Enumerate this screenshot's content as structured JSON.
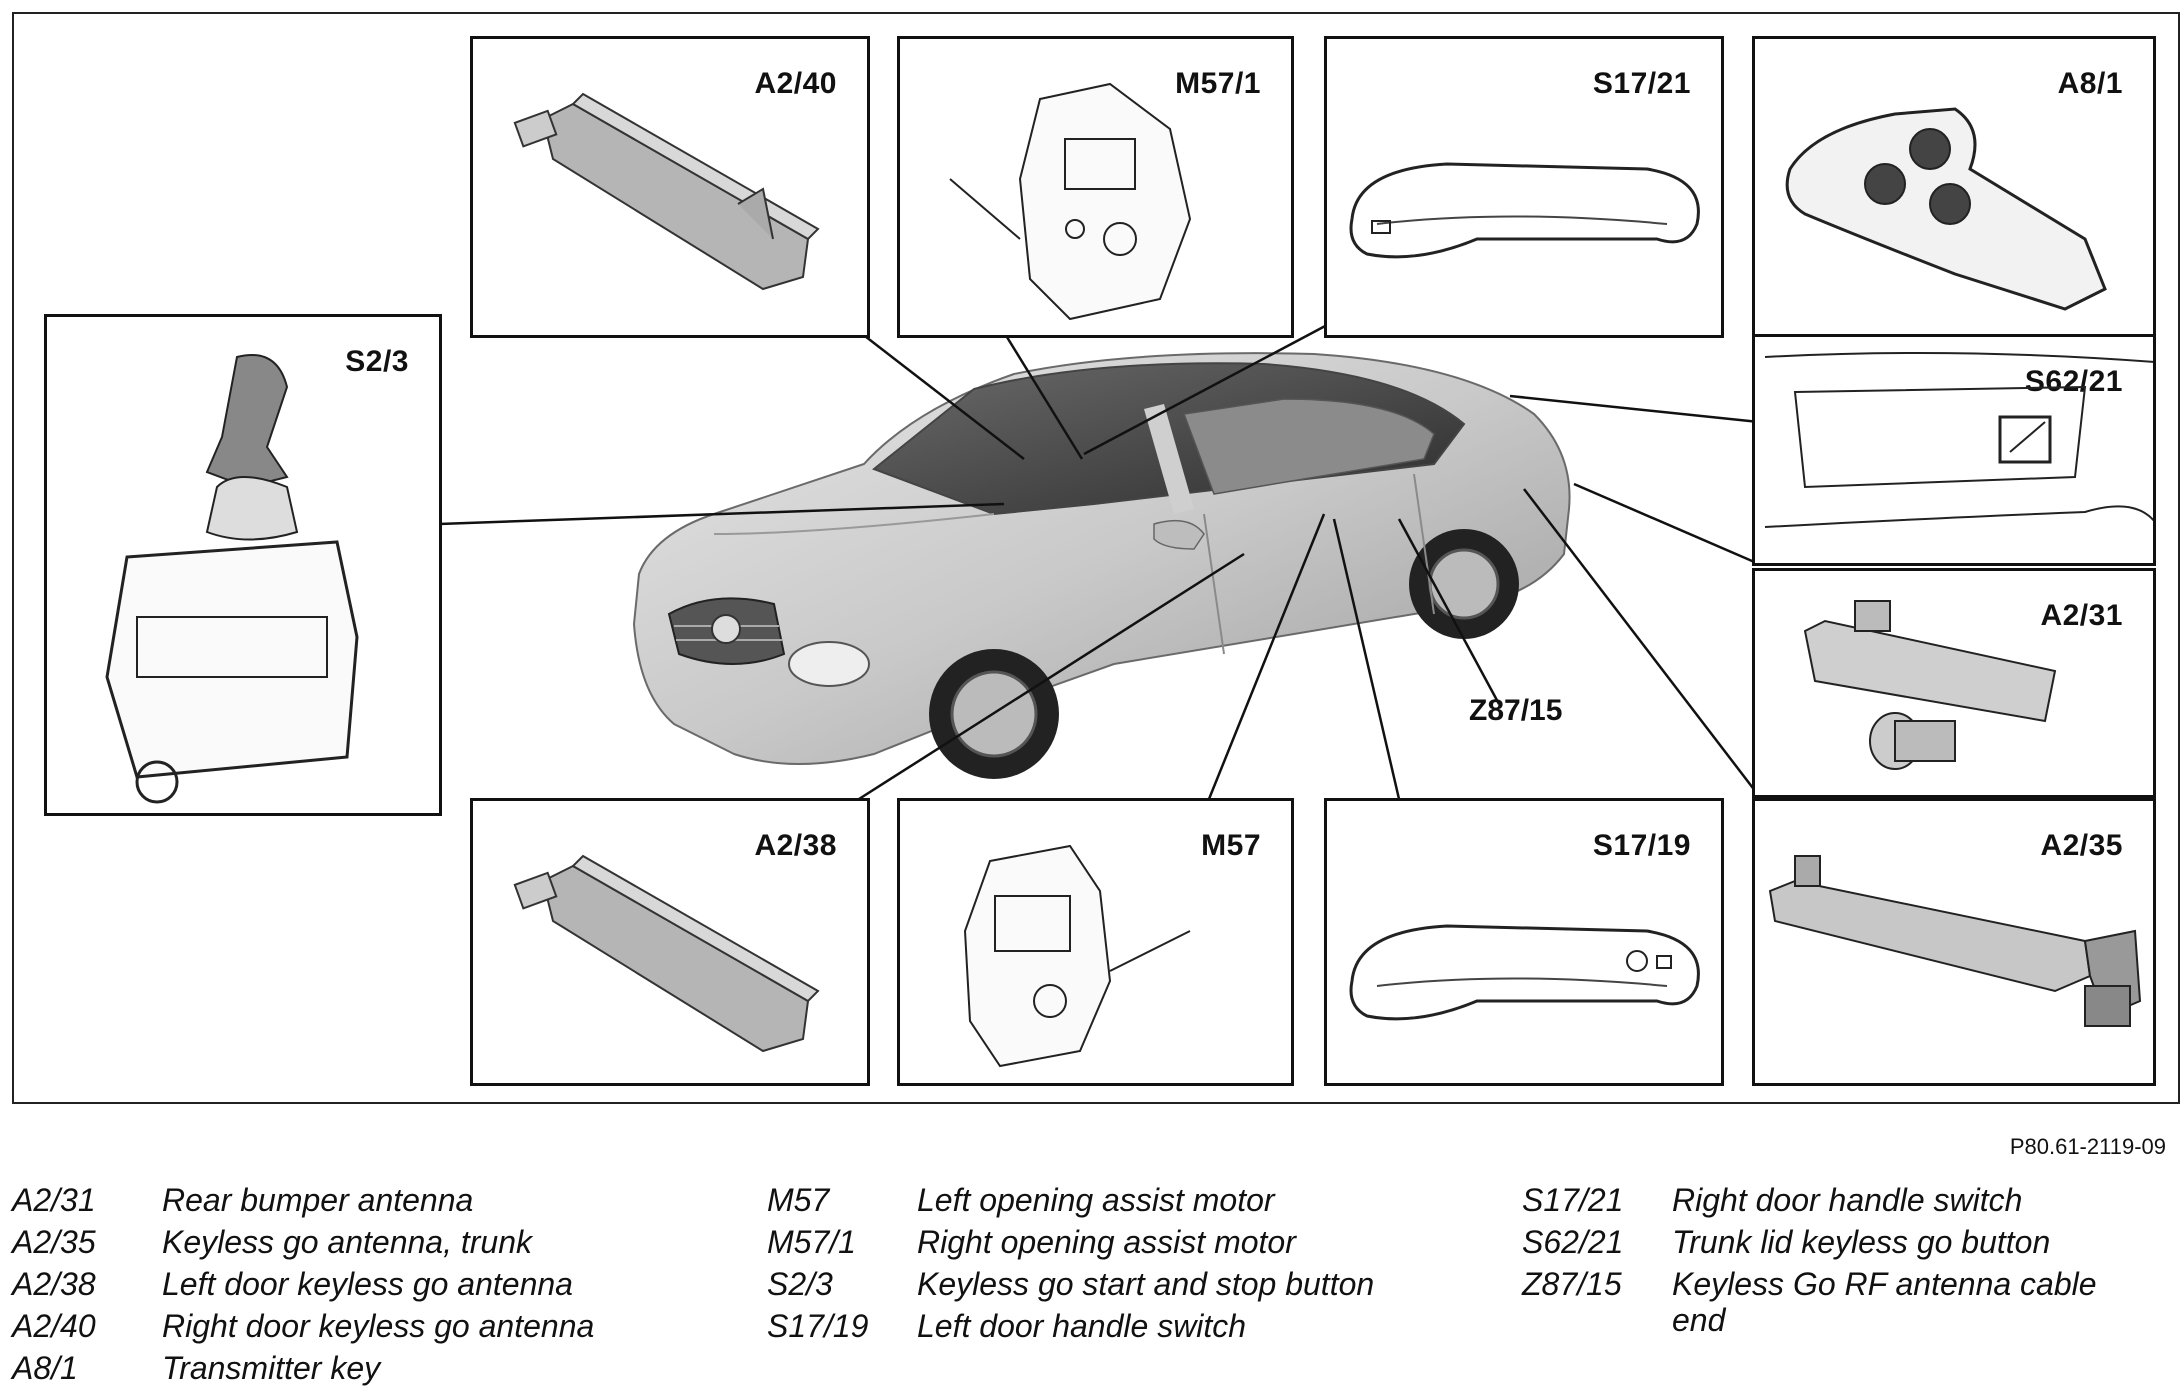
{
  "figure_id": "P80.61-2119-09",
  "panels": {
    "a2_40": "A2/40",
    "m57_1": "M57/1",
    "s17_21": "S17/21",
    "a8_1": "A8/1",
    "s2_3": "S2/3",
    "s62_21": "S62/21",
    "a2_31": "A2/31",
    "a2_38": "A2/38",
    "m57": "M57",
    "s17_19": "S17/19",
    "a2_35": "A2/35"
  },
  "callout_z87_15": "Z87/15",
  "legend": [
    [
      {
        "code": "A2/31",
        "desc": "Rear bumper antenna"
      },
      {
        "code": "A2/35",
        "desc": "Keyless go antenna, trunk"
      },
      {
        "code": "A2/38",
        "desc": "Left door keyless go antenna"
      },
      {
        "code": "A2/40",
        "desc": "Right door keyless go antenna"
      },
      {
        "code": "A8/1",
        "desc": "Transmitter key"
      }
    ],
    [
      {
        "code": "M57",
        "desc": "Left opening assist motor"
      },
      {
        "code": "M57/1",
        "desc": "Right opening assist motor"
      },
      {
        "code": "S2/3",
        "desc": "Keyless go start and stop button"
      },
      {
        "code": "S17/19",
        "desc": "Left door handle switch"
      }
    ],
    [
      {
        "code": "S17/21",
        "desc": "Right door handle switch"
      },
      {
        "code": "S62/21",
        "desc": "Trunk lid keyless go button"
      },
      {
        "code": "Z87/15",
        "desc": "Keyless Go RF antenna cable end"
      }
    ]
  ]
}
